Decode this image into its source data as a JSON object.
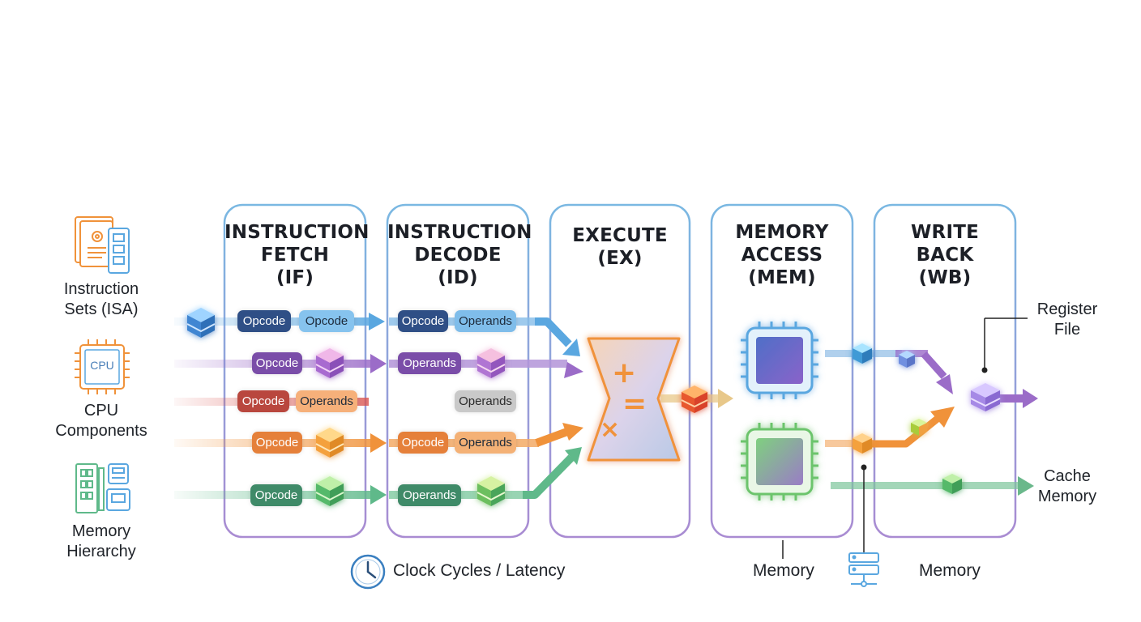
{
  "stages": [
    {
      "id": "if",
      "title": "INSTRUCTION\nFETCH\n(IF)"
    },
    {
      "id": "id",
      "title": "INSTRUCTION\nDECODE\n(ID)"
    },
    {
      "id": "ex",
      "title": "EXECUTE\n(EX)"
    },
    {
      "id": "mem",
      "title": "MEMORY\nACCESS\n(MEM)"
    },
    {
      "id": "wb",
      "title": "WRITE\nBACK\n(WB)"
    }
  ],
  "left_labels": {
    "isa": "Instruction\nSets (ISA)",
    "cpu": "CPU\nComponents",
    "memory": "Memory\nHierarchy"
  },
  "cpu_icon_text": "CPU",
  "right_labels": {
    "register_file": "Register\nFile",
    "cache_memory": "Cache\nMemory"
  },
  "bottom_labels": {
    "clock": "Clock Cycles / Latency",
    "memory_left": "Memory",
    "memory_right": "Memory"
  },
  "chips": {
    "r1_if_a": "Opcode",
    "r1_if_b": "Opcode",
    "r1_id_a": "Opcode",
    "r1_id_b": "Operands",
    "r2_if": "Opcode",
    "r2_id": "Operands",
    "r3_if_a": "Opcode",
    "r3_if_b": "Operands",
    "r3_id": "Operands",
    "r4_if": "Opcode",
    "r4_id_a": "Opcode",
    "r4_id_b": "Operands",
    "r5_if": "Opcode",
    "r5_id": "Operands"
  },
  "colors": {
    "blue": "#5aa7e0",
    "purple": "#9b6cc8",
    "red": "#d9534f",
    "orange": "#f0923a",
    "green": "#5fb98a",
    "gray": "#bdbdbd",
    "box_border_blue": "#7ab8e2",
    "box_border_purple": "#a98bd2"
  },
  "icons": [
    "book-gear-icon",
    "cpu-chip-icon",
    "memory-modules-icon",
    "clock-icon",
    "server-icon",
    "calculator-icon",
    "cube-stack-icon"
  ]
}
